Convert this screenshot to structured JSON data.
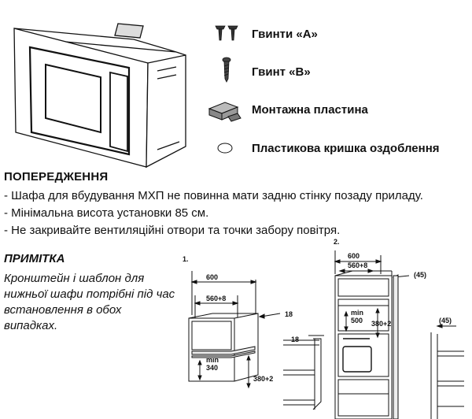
{
  "parts": [
    {
      "label": "Гвинти «А»",
      "icon": "screws-a-icon"
    },
    {
      "label": "Гвинт «В»",
      "icon": "screw-b-icon"
    },
    {
      "label": "Монтажна пластина",
      "icon": "mounting-plate-icon"
    },
    {
      "label": "Пластикова кришка оздоблення",
      "icon": "plastic-cover-icon"
    }
  ],
  "warnings": {
    "title": "ПОПЕРЕДЖЕННЯ",
    "items": [
      "- Шафа для вбудування МХП не повинна мати задню стінку позаду приладу.",
      "- Мінімальна висота установки 85 см.",
      "- Не закривайте вентиляційні отвори та точки забору повітря."
    ]
  },
  "note": {
    "title": "ПРИМІТКА",
    "text": "Кронштейн і шаблон для нижньої шафи потрібні під час встановлення в обох випадках."
  },
  "diagram1": {
    "step": "1.",
    "width": "600",
    "inner_width": "560+8",
    "side": "18",
    "min_label": "min",
    "min_height": "340",
    "height": "380+2"
  },
  "diagram2": {
    "step": "2.",
    "width": "600",
    "inner_width": "560+8",
    "angle": "(45)",
    "min_label": "min",
    "min_height": "500",
    "height": "380+2",
    "side": "18"
  },
  "diagram3": {
    "angle": "(45)"
  }
}
